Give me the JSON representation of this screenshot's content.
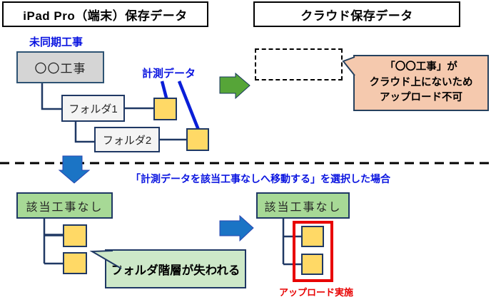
{
  "panels": {
    "device": {
      "title": "iPad Pro（端末）保存データ"
    },
    "cloud": {
      "title": "クラウド保存データ"
    }
  },
  "device_tree": {
    "unsynced_label": "未同期工事",
    "project_box": "〇〇工事",
    "measurement_label": "計測データ",
    "folder1": "フォルダ1",
    "folder2": "フォルダ2"
  },
  "cloud_side": {
    "callout": {
      "line1": "「〇〇工事」が",
      "line2": "クラウド上にないため",
      "line3": "アップロード不可"
    }
  },
  "bottom_section": {
    "caption": "「計測データを該当工事なしへ移動する」を選択した場合",
    "no_project_left": "該当工事なし",
    "no_project_right": "該当工事なし",
    "hierarchy_callout": "フォルダ階層が失われる",
    "upload_label": "アップロード実施"
  },
  "icons": {
    "measurement_file": "yellow-square-file",
    "green_right_arrow": "flow-arrow-right",
    "blue_down_arrow": "flow-arrow-down",
    "blue_right_arrow": "flow-arrow-right"
  },
  "colors": {
    "file_yellow": "#ffd966",
    "node_border_navy": "#1f3864",
    "green_box": "#a7d996",
    "green_callout": "#cde8c8",
    "pink_callout": "#f5c9ae",
    "blue_text": "#0a14e0",
    "green_arrow": "#56a538",
    "blue_arrow": "#1b74c5",
    "highlight_red": "#e80000",
    "gray_box": "#d5d5d5"
  }
}
